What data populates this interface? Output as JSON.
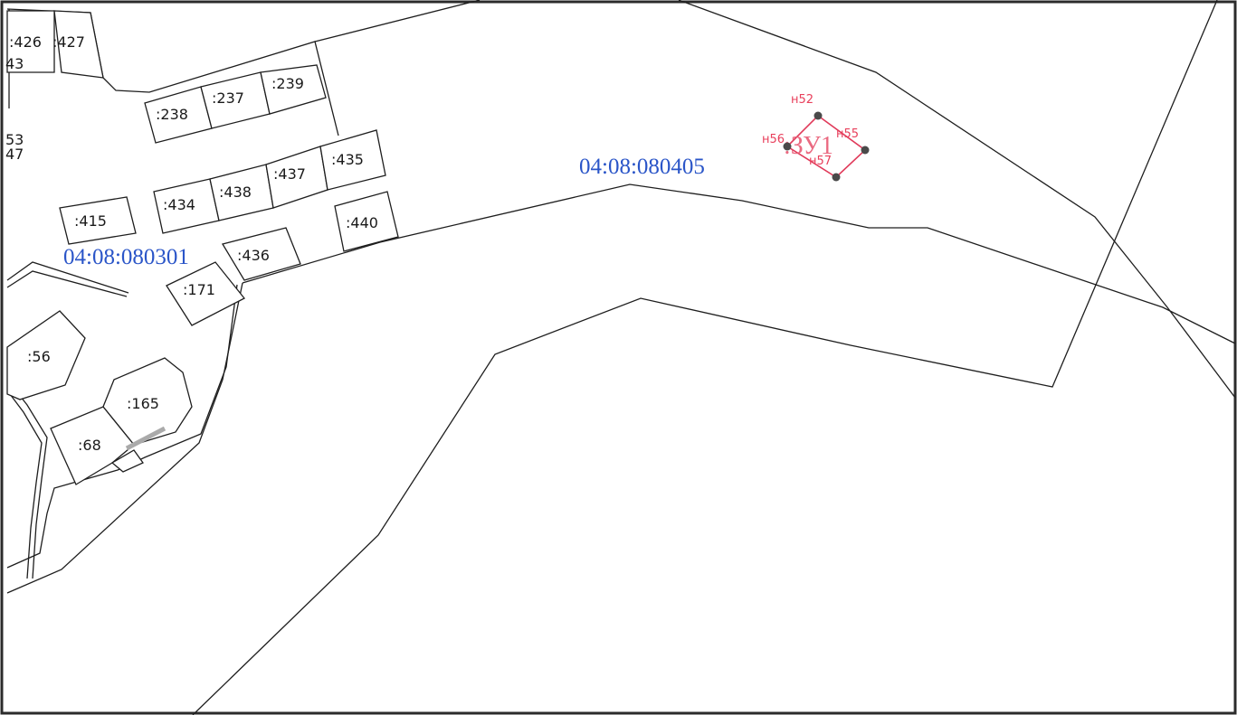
{
  "quarters": {
    "q1": "04:08:080405",
    "q2": "04:08:080301"
  },
  "parcels": {
    "p426": ":426",
    "p427": ":427",
    "p43": "43",
    "p53": "53",
    "p47": "47",
    "p238": ":238",
    "p237": ":237",
    "p239": ":239",
    "p415": ":415",
    "p434": ":434",
    "p438": ":438",
    "p437": ":437",
    "p435": ":435",
    "p440": ":440",
    "p436": ":436",
    "p171": ":171",
    "p56": ":56",
    "p165": ":165",
    "p68": ":68"
  },
  "zu": {
    "label": ":ЗУ1",
    "points": {
      "n52": "н52",
      "n55": "н55",
      "n56": "н56",
      "n57": "н57"
    }
  },
  "colors": {
    "quarter_label": "#2a55c8",
    "new_parcel": "#e03a5a",
    "lines": "#1e1e1e"
  }
}
